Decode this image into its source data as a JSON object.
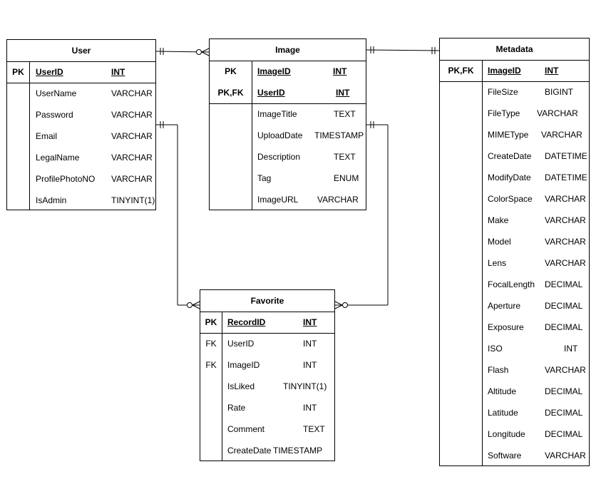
{
  "entities": {
    "user": {
      "title": "User",
      "keys": [
        {
          "key": "PK",
          "name": "UserID",
          "type": "INT"
        }
      ],
      "fields": [
        {
          "key": "",
          "name": "UserName",
          "type": "VARCHAR"
        },
        {
          "key": "",
          "name": "Password",
          "type": "VARCHAR"
        },
        {
          "key": "",
          "name": "Email",
          "type": "VARCHAR"
        },
        {
          "key": "",
          "name": "LegalName",
          "type": "VARCHAR"
        },
        {
          "key": "",
          "name": "ProfilePhotoNO",
          "type": "VARCHAR"
        },
        {
          "key": "",
          "name": "IsAdmin",
          "type": "TINYINT(1)"
        }
      ]
    },
    "image": {
      "title": "Image",
      "keys": [
        {
          "key": "PK",
          "name": "ImageID",
          "type": "INT"
        },
        {
          "key": "PK,FK",
          "name": "UserID",
          "type": "INT"
        }
      ],
      "fields": [
        {
          "key": "",
          "name": "ImageTitle",
          "type": "TEXT"
        },
        {
          "key": "",
          "name": "UploadDate",
          "type": "TIMESTAMP"
        },
        {
          "key": "",
          "name": "Description",
          "type": "TEXT"
        },
        {
          "key": "",
          "name": "Tag",
          "type": "ENUM"
        },
        {
          "key": "",
          "name": "ImageURL",
          "type": "VARCHAR"
        }
      ]
    },
    "metadata": {
      "title": "Metadata",
      "keys": [
        {
          "key": "PK,FK",
          "name": "ImageID",
          "type": "INT"
        }
      ],
      "fields": [
        {
          "key": "",
          "name": "FileSize",
          "type": "BIGINT"
        },
        {
          "key": "",
          "name": "FileType",
          "type": "VARCHAR"
        },
        {
          "key": "",
          "name": "MIMEType",
          "type": "VARCHAR"
        },
        {
          "key": "",
          "name": "CreateDate",
          "type": "DATETIME"
        },
        {
          "key": "",
          "name": "ModifyDate",
          "type": "DATETIME"
        },
        {
          "key": "",
          "name": "ColorSpace",
          "type": "VARCHAR"
        },
        {
          "key": "",
          "name": "Make",
          "type": "VARCHAR"
        },
        {
          "key": "",
          "name": "Model",
          "type": "VARCHAR"
        },
        {
          "key": "",
          "name": "Lens",
          "type": "VARCHAR"
        },
        {
          "key": "",
          "name": "FocalLength",
          "type": "DECIMAL"
        },
        {
          "key": "",
          "name": "Aperture",
          "type": "DECIMAL"
        },
        {
          "key": "",
          "name": "Exposure",
          "type": "DECIMAL"
        },
        {
          "key": "",
          "name": "ISO",
          "type": "INT"
        },
        {
          "key": "",
          "name": "Flash",
          "type": "VARCHAR"
        },
        {
          "key": "",
          "name": "Altitude",
          "type": "DECIMAL"
        },
        {
          "key": "",
          "name": "Latitude",
          "type": "DECIMAL"
        },
        {
          "key": "",
          "name": "Longitude",
          "type": "DECIMAL"
        },
        {
          "key": "",
          "name": "Software",
          "type": "VARCHAR"
        }
      ]
    },
    "favorite": {
      "title": "Favorite",
      "keys": [
        {
          "key": "PK",
          "name": "RecordID",
          "type": "INT"
        }
      ],
      "fields": [
        {
          "key": "FK",
          "name": "UserID",
          "type": "INT"
        },
        {
          "key": "FK",
          "name": "ImageID",
          "type": "INT"
        },
        {
          "key": "",
          "name": "IsLiked",
          "type": "TINYINT(1)"
        },
        {
          "key": "",
          "name": "Rate",
          "type": "INT"
        },
        {
          "key": "",
          "name": "Comment",
          "type": "TEXT"
        },
        {
          "key": "",
          "name": "CreateDate",
          "type": "TIMESTAMP"
        }
      ]
    }
  },
  "relationships": [
    {
      "from": "user",
      "to": "image",
      "from_cardinality": "one-and-only-one",
      "to_cardinality": "zero-or-many"
    },
    {
      "from": "image",
      "to": "metadata",
      "from_cardinality": "one-and-only-one",
      "to_cardinality": "one-and-only-one"
    },
    {
      "from": "user",
      "to": "favorite",
      "from_cardinality": "one-and-only-one",
      "to_cardinality": "zero-or-many"
    },
    {
      "from": "image",
      "to": "favorite",
      "from_cardinality": "one-and-only-one",
      "to_cardinality": "zero-or-many"
    }
  ],
  "colors": {
    "stroke": "#000000",
    "background": "#ffffff"
  }
}
